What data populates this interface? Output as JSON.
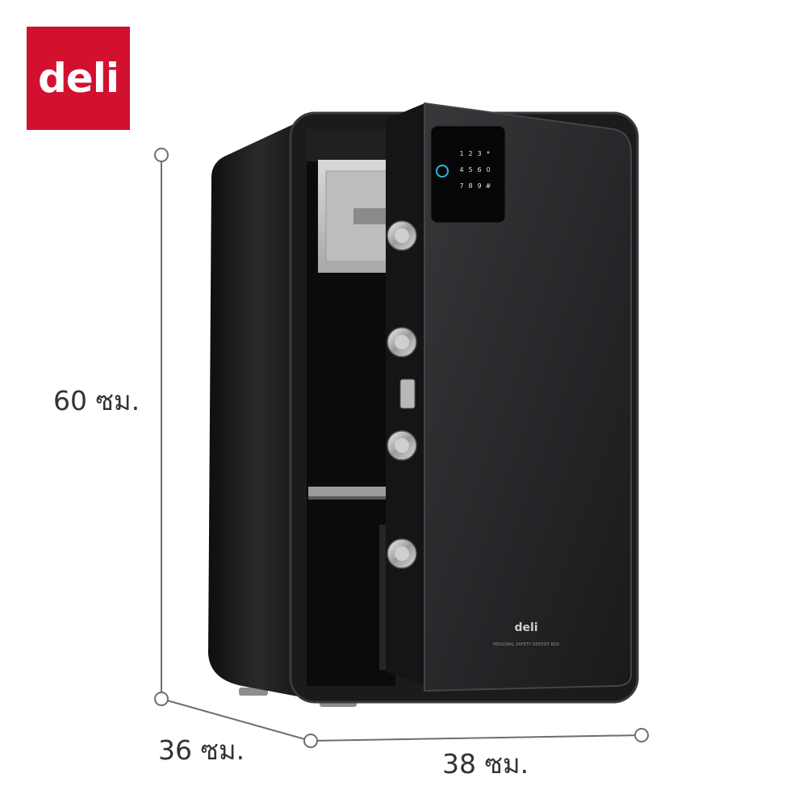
{
  "brand": {
    "logo_text": "deli",
    "logo_color": "#d2112f"
  },
  "dimensions": {
    "height_label": "60 ซม.",
    "depth_label": "36 ซม.",
    "width_label": "38 ซม."
  },
  "product": {
    "keypad_keys": [
      "1",
      "2",
      "3",
      "*",
      "4",
      "5",
      "6",
      "0",
      "7",
      "8",
      "9",
      "#"
    ],
    "door_logo": "deli",
    "door_caption": "PERSONAL SAFETY DEPOSIT BOX",
    "body_color": "#1c1c1e",
    "door_color": "#2a2a2d"
  }
}
